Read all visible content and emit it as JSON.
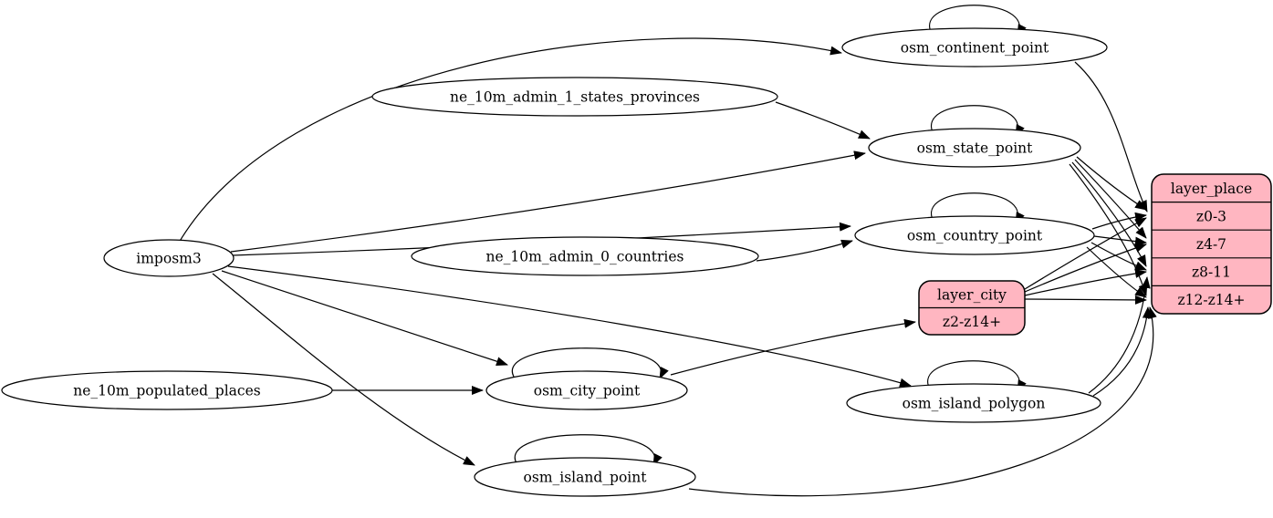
{
  "diagram": {
    "kind": "etl-graph",
    "colors": {
      "record_fill": "#ffb6c1",
      "ellipse_fill": "#ffffff",
      "stroke": "#000000"
    },
    "nodes": [
      {
        "id": "imposm3",
        "label": "imposm3",
        "type": "ellipse",
        "self_loop": false
      },
      {
        "id": "ne_10m_admin_1_states_provinces",
        "label": "ne_10m_admin_1_states_provinces",
        "type": "ellipse",
        "self_loop": false
      },
      {
        "id": "ne_10m_admin_0_countries",
        "label": "ne_10m_admin_0_countries",
        "type": "ellipse",
        "self_loop": false
      },
      {
        "id": "ne_10m_populated_places",
        "label": "ne_10m_populated_places",
        "type": "ellipse",
        "self_loop": false
      },
      {
        "id": "osm_continent_point",
        "label": "osm_continent_point",
        "type": "ellipse",
        "self_loop": true
      },
      {
        "id": "osm_state_point",
        "label": "osm_state_point",
        "type": "ellipse",
        "self_loop": true
      },
      {
        "id": "osm_country_point",
        "label": "osm_country_point",
        "type": "ellipse",
        "self_loop": true
      },
      {
        "id": "osm_city_point",
        "label": "osm_city_point",
        "type": "ellipse",
        "self_loop": true
      },
      {
        "id": "osm_island_polygon",
        "label": "osm_island_polygon",
        "type": "ellipse",
        "self_loop": true
      },
      {
        "id": "osm_island_point",
        "label": "osm_island_point",
        "type": "ellipse",
        "self_loop": true
      },
      {
        "id": "layer_city",
        "label": "layer_city",
        "type": "record",
        "header": "layer_city",
        "rows": [
          "z2-z14+"
        ],
        "self_loop": false
      },
      {
        "id": "layer_place",
        "label": "layer_place",
        "type": "record",
        "header": "layer_place",
        "rows": [
          "z0-3",
          "z4-7",
          "z8-11",
          "z12-z14+"
        ],
        "self_loop": false
      }
    ],
    "edges": [
      {
        "from": "imposm3",
        "to": "osm_continent_point"
      },
      {
        "from": "imposm3",
        "to": "osm_state_point"
      },
      {
        "from": "imposm3",
        "to": "osm_country_point"
      },
      {
        "from": "imposm3",
        "to": "osm_city_point"
      },
      {
        "from": "imposm3",
        "to": "osm_island_polygon"
      },
      {
        "from": "imposm3",
        "to": "osm_island_point"
      },
      {
        "from": "ne_10m_admin_1_states_provinces",
        "to": "osm_state_point"
      },
      {
        "from": "ne_10m_admin_0_countries",
        "to": "osm_country_point"
      },
      {
        "from": "ne_10m_populated_places",
        "to": "osm_city_point"
      },
      {
        "from": "osm_continent_point",
        "to": "layer_place",
        "port": "z0-3"
      },
      {
        "from": "osm_state_point",
        "to": "layer_place",
        "port": "z0-3"
      },
      {
        "from": "osm_state_point",
        "to": "layer_place",
        "port": "z4-7"
      },
      {
        "from": "osm_state_point",
        "to": "layer_place",
        "port": "z8-11"
      },
      {
        "from": "osm_state_point",
        "to": "layer_place",
        "port": "z12-z14+"
      },
      {
        "from": "osm_country_point",
        "to": "layer_place",
        "port": "z0-3"
      },
      {
        "from": "osm_country_point",
        "to": "layer_place",
        "port": "z4-7"
      },
      {
        "from": "osm_country_point",
        "to": "layer_place",
        "port": "z8-11"
      },
      {
        "from": "osm_country_point",
        "to": "layer_place",
        "port": "z12-z14+"
      },
      {
        "from": "osm_city_point",
        "to": "layer_city",
        "port": "z2-z14+"
      },
      {
        "from": "layer_city",
        "to": "layer_place",
        "port": "z0-3"
      },
      {
        "from": "layer_city",
        "to": "layer_place",
        "port": "z4-7"
      },
      {
        "from": "layer_city",
        "to": "layer_place",
        "port": "z8-11"
      },
      {
        "from": "layer_city",
        "to": "layer_place",
        "port": "z12-z14+"
      },
      {
        "from": "osm_island_polygon",
        "to": "layer_place",
        "port": "z8-11"
      },
      {
        "from": "osm_island_polygon",
        "to": "layer_place",
        "port": "z12-z14+"
      },
      {
        "from": "osm_island_point",
        "to": "layer_place",
        "port": "z12-z14+"
      }
    ]
  }
}
